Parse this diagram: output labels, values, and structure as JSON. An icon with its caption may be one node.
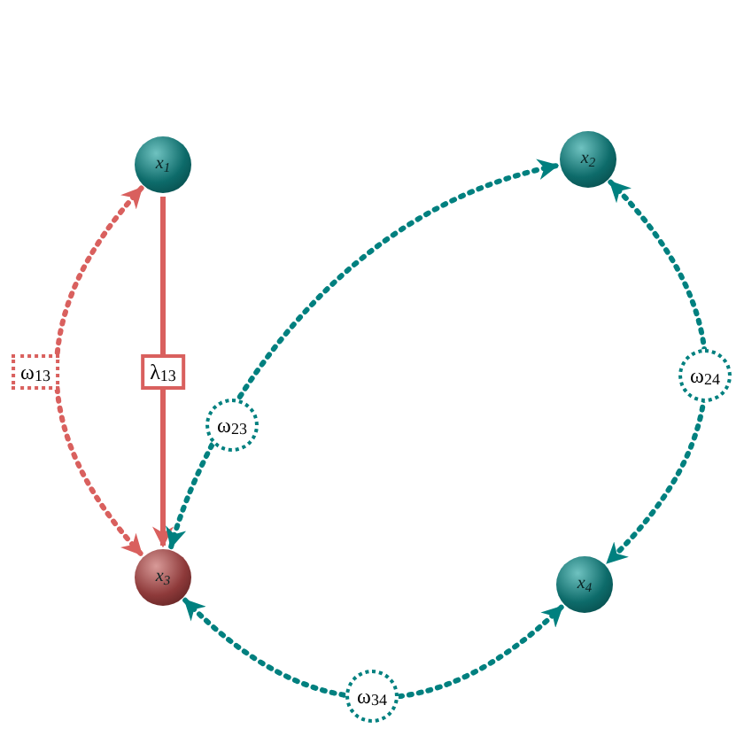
{
  "diagram": {
    "nodes": [
      {
        "text": [
          "x$_{1}$"
        ]
      },
      {
        "text": [
          "x$_{2}$"
        ]
      },
      {
        "text": [
          "x$_{3}$"
        ]
      },
      {
        "text": [
          "x$_{4}$"
        ]
      }
    ],
    "edges": [
      {
        "from": 0,
        "to": 2,
        "arrow": "both",
        "label": "ω$_{13}$",
        "style": "dashed",
        "color": "#d9605e"
      },
      {
        "from": 0,
        "to": 2,
        "arrow": "to",
        "label": "λ$_{13}$",
        "color": "#d9605e"
      },
      {
        "from": 2,
        "to": 1,
        "arrow": "both",
        "label": "ω$_{23}$",
        "style": "dashed"
      },
      {
        "from": 1,
        "to": 3,
        "arrow": "both",
        "label": "ω$_{24}$",
        "style": "dashed"
      },
      {
        "from": 2,
        "to": 3,
        "arrow": "both",
        "label": "ω$_{34}$",
        "style": "dashed"
      }
    ]
  }
}
